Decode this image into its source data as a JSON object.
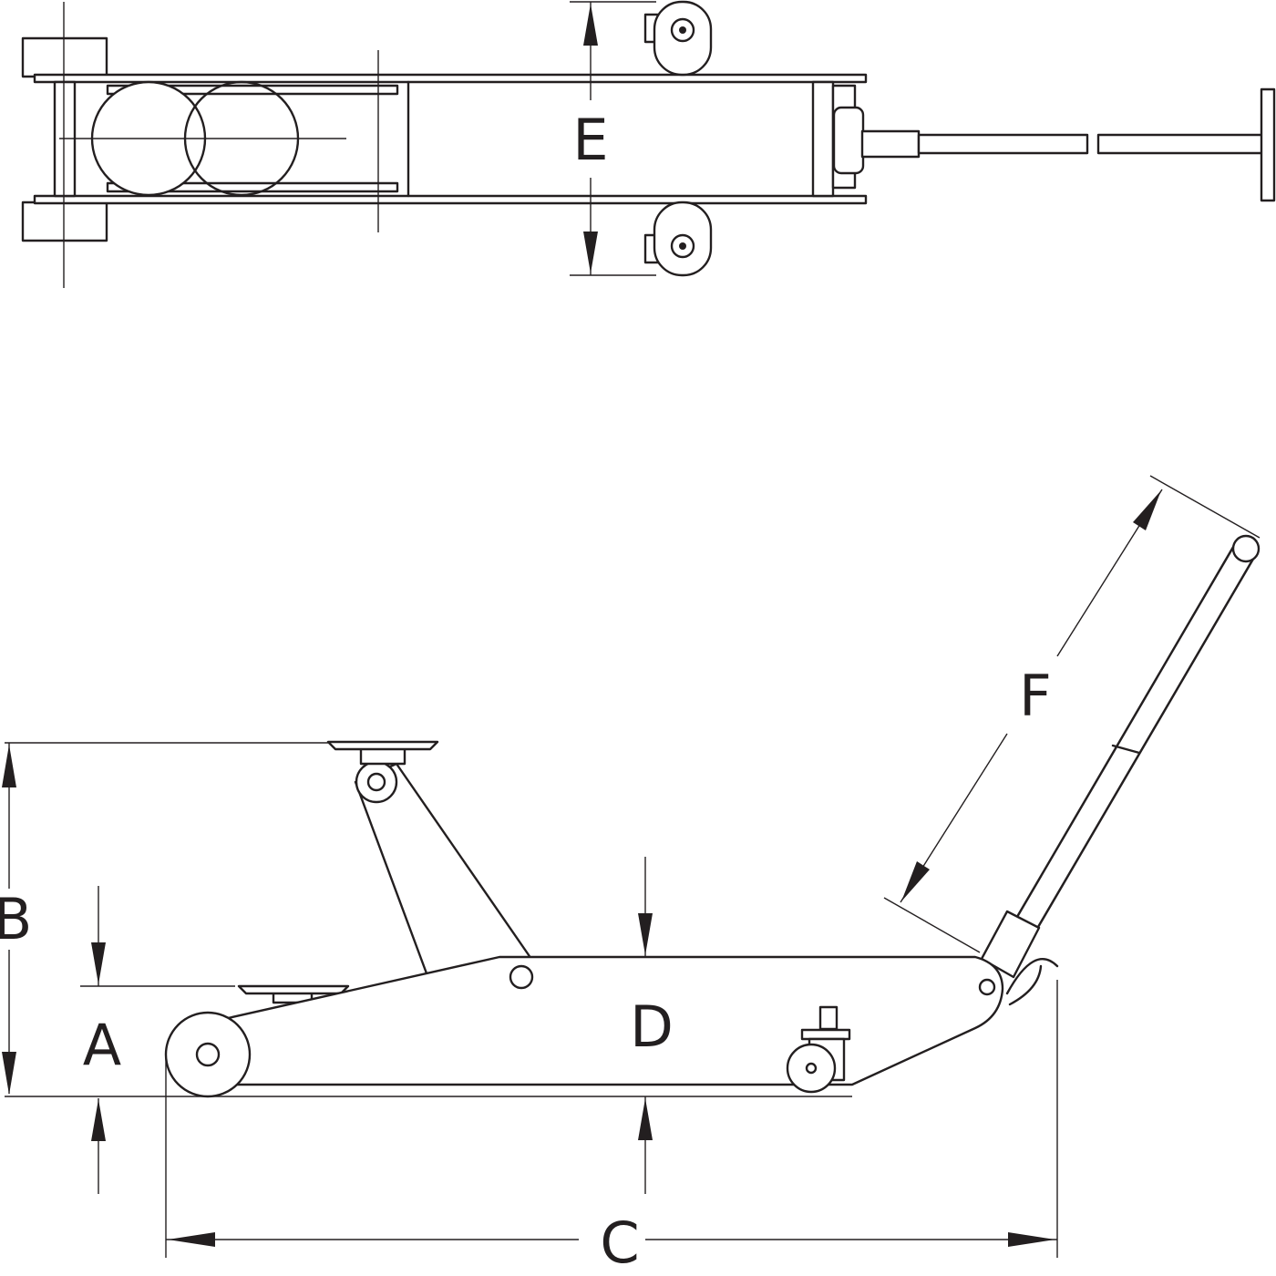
{
  "labels": {
    "A": "A",
    "B": "B",
    "C": "C",
    "D": "D",
    "E": "E",
    "F": "F"
  },
  "colors": {
    "line": "#231f20",
    "background": "#ffffff"
  }
}
